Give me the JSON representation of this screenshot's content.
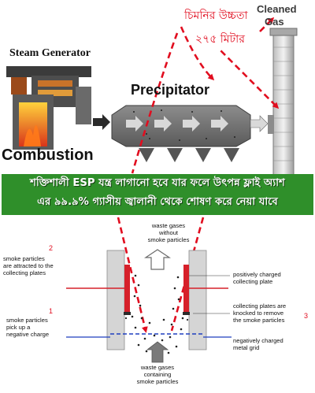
{
  "top": {
    "stack_height_line1": "চিমনির উচ্চতা",
    "stack_height_line2": "২৭৫ মিটার",
    "cleaned_gas_line1": "Cleaned",
    "cleaned_gas_line2": "Gas",
    "steam_generator": "Steam Generator",
    "precipitator": "Precipitator",
    "combustion": "Combustion"
  },
  "banner": {
    "line1": "শক্তিশালী ESP যন্ত্র লাগানো হবে যার ফলে উৎপন্ন ফ্লাই অ্যাশ",
    "line2": "এর ৯৯.৯% গ্যাসীয় জ্বালানী থেকে শোষণ করে নেয়া যাবে"
  },
  "esp": {
    "top_label_line1": "waste gases",
    "top_label_line2": "without",
    "top_label_line3": "smoke particles",
    "bottom_label_line1": "waste gases",
    "bottom_label_line2": "containing",
    "bottom_label_line3": "smoke particles",
    "step2_number": "2",
    "step2_line1": "smoke particles",
    "step2_line2": "are attracted to the",
    "step2_line3": "collecting plates",
    "step1_number": "1",
    "step1_line1": "smoke particles",
    "step1_line2": "pick up a",
    "step1_line3": "negative charge",
    "step3_number": "3",
    "pos_plate_line1": "positively charged",
    "pos_plate_line2": "collecting plate",
    "knock_line1": "collecting plates are",
    "knock_line2": "knocked to remove",
    "knock_line3": "the smoke particles",
    "grid_line1": "negatively charged",
    "grid_line2": "metal grid"
  },
  "colors": {
    "banner_green": "#2f8f2a",
    "accent_red": "#e10d1f",
    "arrow_gray": "#9a9a9a",
    "plate_red": "#d6202a",
    "grid_blue": "#1f3fbf"
  }
}
